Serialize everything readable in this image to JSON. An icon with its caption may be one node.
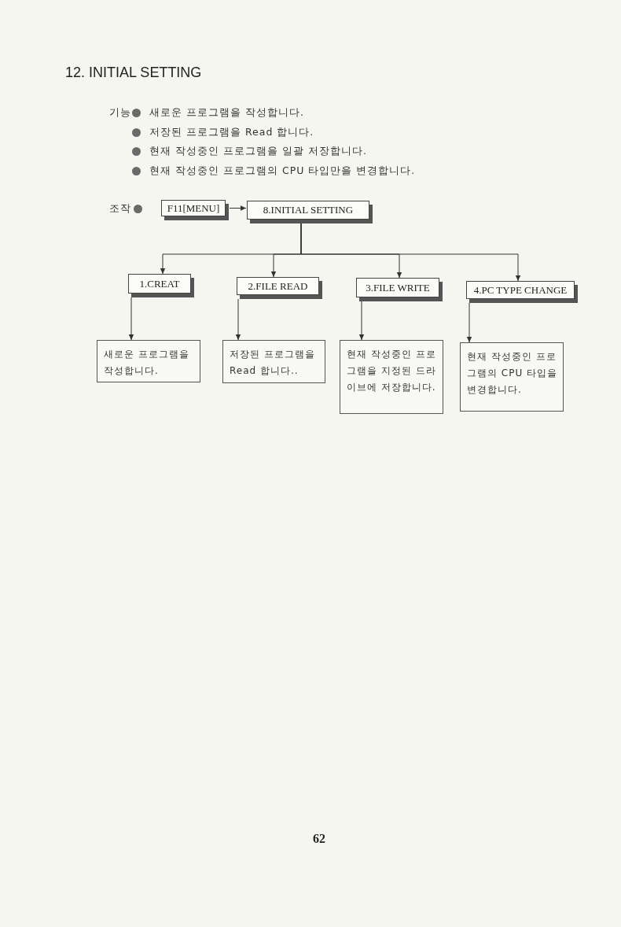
{
  "diagram": {
    "title": "12. INITIAL SETTING",
    "nodes": [
      {
        "text": [
          "F11[MENU]"
        ]
      },
      {
        "text": [
          "8.INITIAL SETTING"
        ]
      },
      {
        "text": [
          "1.CREAT"
        ]
      },
      {
        "text": [
          "2.FILE READ"
        ]
      },
      {
        "text": [
          "3.FILE WRITE"
        ]
      },
      {
        "text": [
          "4.PC TYPE CHANGE"
        ]
      },
      {
        "text": [
          "새로운 프로그램을 작성합니다."
        ]
      },
      {
        "text": [
          "저장된 프로그램을 Read 합니다.."
        ]
      },
      {
        "text": [
          "현재 작성중인 프로그램을 지정된 드라이브에 저장합니다."
        ]
      },
      {
        "text": [
          "현재 작성중인 프로그램의 CPU 타입을 변경합니다."
        ]
      }
    ],
    "edges": [
      {
        "from": 0,
        "to": 1,
        "arrow": "to"
      },
      {
        "from": 1,
        "to": 2,
        "arrow": "to"
      },
      {
        "from": 1,
        "to": 3,
        "arrow": "to"
      },
      {
        "from": 1,
        "to": 4,
        "arrow": "to"
      },
      {
        "from": 1,
        "to": 5,
        "arrow": "to"
      },
      {
        "from": 2,
        "to": 6,
        "arrow": "to"
      },
      {
        "from": 3,
        "to": 7,
        "arrow": "to"
      },
      {
        "from": 4,
        "to": 8,
        "arrow": "to"
      },
      {
        "from": 5,
        "to": 9,
        "arrow": "to"
      }
    ],
    "labels": [
      "기능",
      "새로운 프로그램을 작성합니다.",
      "저장된 프로그램을 Read 합니다.",
      "현재 작성중인 프로그램을 일괄 저장합니다.",
      "현재 작성중인 프로그램의 CPU 타입만을 변경합니다.",
      "조작",
      "62"
    ]
  }
}
